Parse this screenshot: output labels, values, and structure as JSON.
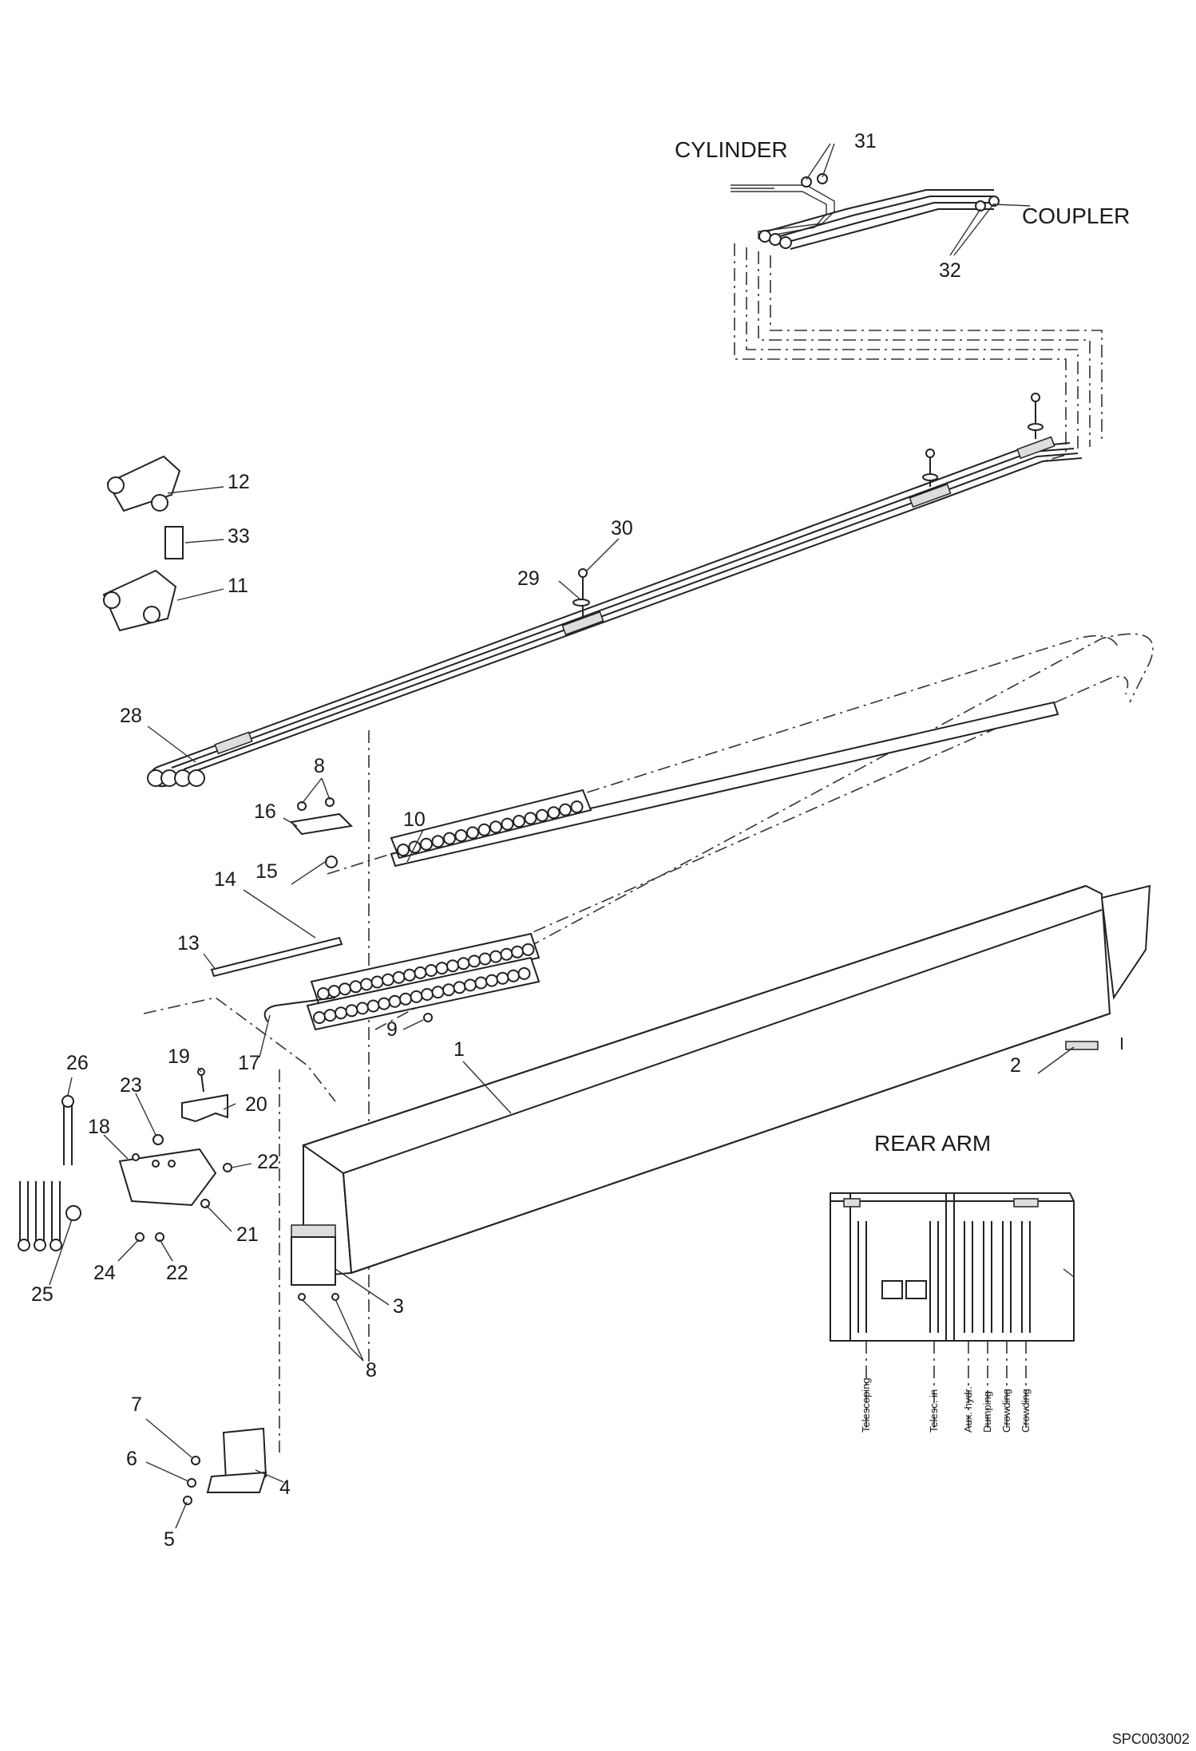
{
  "callouts": {
    "c1": "1",
    "c2": "2",
    "c3": "3",
    "c4": "4",
    "c5": "5",
    "c6": "6",
    "c7": "7",
    "c8a": "8",
    "c8b": "8",
    "c9": "9",
    "c10": "10",
    "c11": "11",
    "c12": "12",
    "c13": "13",
    "c14": "14",
    "c15": "15",
    "c16": "16",
    "c17": "17",
    "c18": "18",
    "c19": "19",
    "c20": "20",
    "c21": "21",
    "c22a": "22",
    "c22b": "22",
    "c23": "23",
    "c24": "24",
    "c25": "25",
    "c26": "26",
    "c28": "28",
    "c29": "29",
    "c30": "30",
    "c31": "31",
    "c32": "32",
    "c33": "33"
  },
  "labels": {
    "cylinder": "CYLINDER",
    "coupler": "COUPLER",
    "rear_arm": "REAR ARM"
  },
  "rear_arm_ports": [
    "Telescoping",
    "Telesc. in",
    "Aux. hydr.",
    "Dumping",
    "Crowding",
    "Crowding"
  ],
  "doc_code": "SPC003002"
}
